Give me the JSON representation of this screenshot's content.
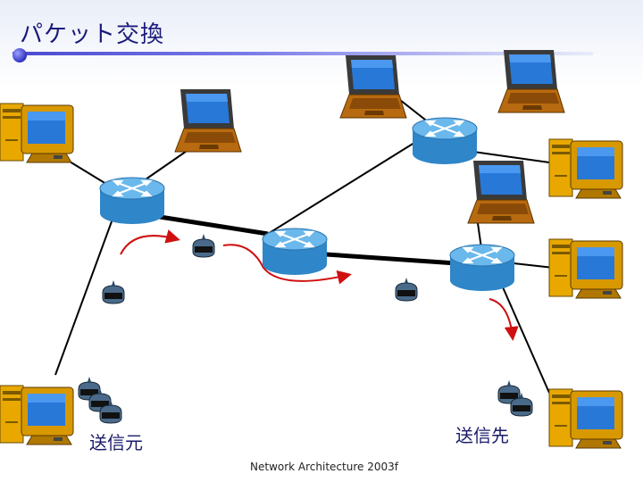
{
  "slide": {
    "title": "パケット交換",
    "source_label": "送信元",
    "destination_label": "送信先",
    "footer": "Network Architecture 2003f"
  },
  "colors": {
    "title_text": "#1a1a7a",
    "link_line": "#000000",
    "packet_path": "#d01010",
    "router": "#3c9ad8",
    "computer_case": "#e8a800",
    "laptop_case": "#b86a10",
    "screen": "#2878d8"
  },
  "icons": {
    "router": "router-icon",
    "desktop": "desktop-computer-icon",
    "laptop": "laptop-icon",
    "packet": "packet-icon"
  }
}
